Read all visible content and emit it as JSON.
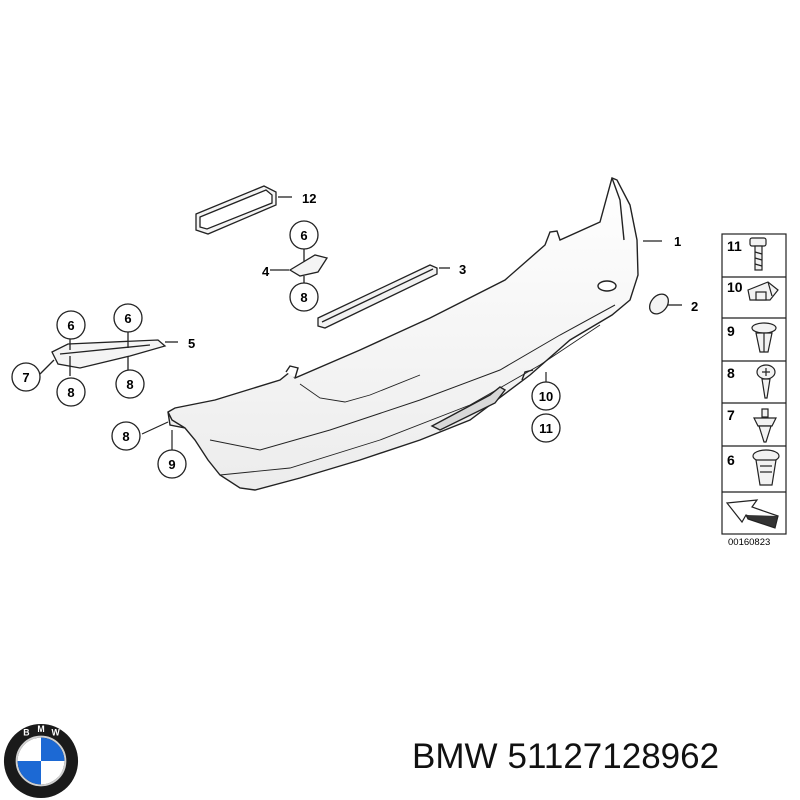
{
  "diagram": {
    "callouts": [
      "1",
      "2",
      "3",
      "4",
      "5",
      "6",
      "6",
      "6",
      "7",
      "8",
      "8",
      "8",
      "8",
      "9",
      "10",
      "11",
      "12"
    ],
    "fastener_table": [
      {
        "number": "11",
        "icon": "bolt-icon"
      },
      {
        "number": "10",
        "icon": "clip-nut-icon"
      },
      {
        "number": "9",
        "icon": "expanding-rivet-icon"
      },
      {
        "number": "8",
        "icon": "screw-icon"
      },
      {
        "number": "7",
        "icon": "push-pin-icon"
      },
      {
        "number": "6",
        "icon": "spreader-clip-icon"
      }
    ],
    "direction_icon": "forward-arrow-icon",
    "catalog_number": "00160823"
  },
  "footer": {
    "brand": "BMW",
    "part_number": "51127128962",
    "logo": {
      "letters": "BMW",
      "colors": {
        "ring": "#1a1a1a",
        "blue": "#1c69d4",
        "white": "#ffffff"
      }
    }
  }
}
